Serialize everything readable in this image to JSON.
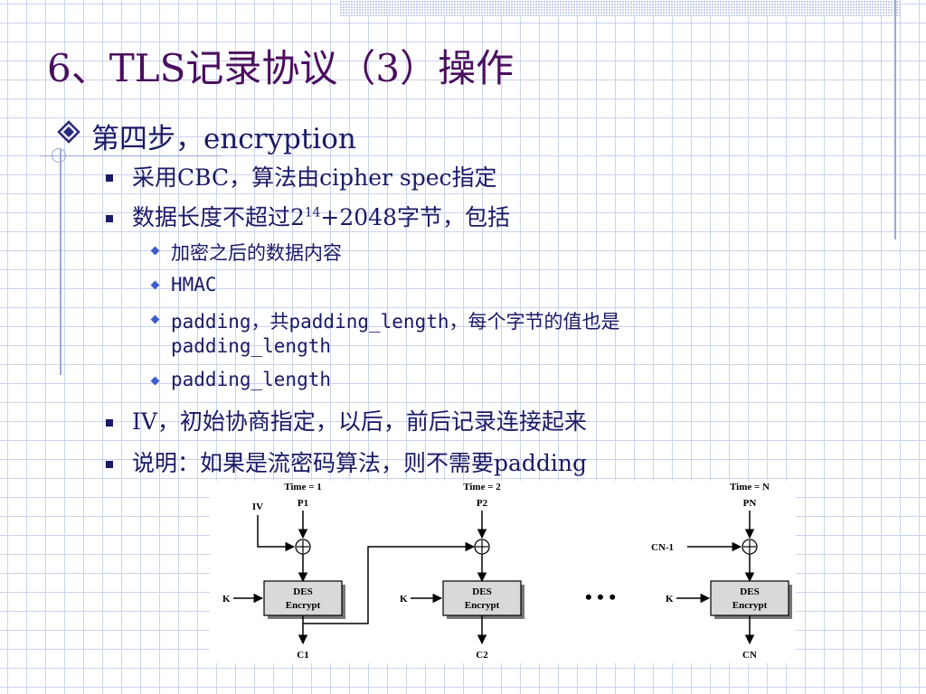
{
  "title": "6、TLS记录协议（3）操作",
  "step": "第四步，encryption",
  "bullets": {
    "cbc": "采用CBC，算法由cipher spec指定",
    "length_prefix": "数据长度不超过2",
    "length_exp": "14",
    "length_suffix": "+2048字节，包括",
    "iv": "IV，初始协商指定，以后，前后记录连接起来",
    "note": "说明：如果是流密码算法，则不需要padding"
  },
  "sub_bullets": {
    "encrypted_data": "加密之后的数据内容",
    "hmac": "HMAC",
    "padding_line1": "padding，共padding_length，每个字节的值也是",
    "padding_line2": "padding_length",
    "padding_length": "padding_length"
  },
  "diagram": {
    "time1": "Time = 1",
    "time2": "Time = 2",
    "timeN": "Time = N",
    "p1": "P1",
    "p2": "P2",
    "pN": "PN",
    "iv": "IV",
    "cn1": "CN-1",
    "k": "K",
    "des_line1": "DES",
    "des_line2": "Encrypt",
    "c1": "C1",
    "c2": "C2",
    "cN": "CN",
    "ellipsis": "• • •"
  },
  "colors": {
    "title": "#4b0f5e",
    "text": "#1a1a66",
    "grid": "#c9d3ec",
    "accent": "#9aa9d4"
  }
}
